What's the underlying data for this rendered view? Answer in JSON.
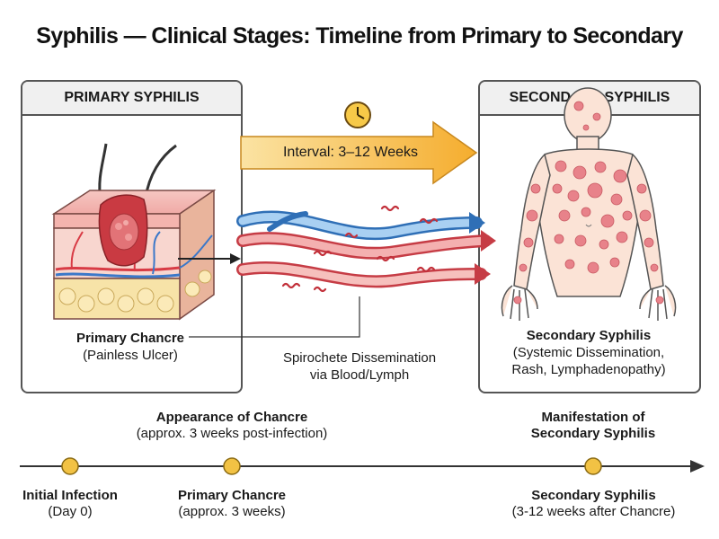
{
  "title": "Syphilis — Clinical Stages: Timeline from Primary to Secondary",
  "primary_panel": {
    "header": "PRIMARY SYPHILIS",
    "label_title": "Primary Chancre",
    "label_sub": "(Painless Ulcer)"
  },
  "secondary_panel": {
    "header": "SECONDARY SYPHILIS",
    "label_title": "Secondary Syphilis",
    "label_sub_1": "(Systemic Dissemination,",
    "label_sub_2": "Rash, Lymphadenopathy)"
  },
  "interval": {
    "label": "Interval: 3–12 Weeks",
    "icon": "clock-icon"
  },
  "dissemination": {
    "line1": "Spirochete Dissemination",
    "line2": "via Blood/Lymph"
  },
  "timeline": {
    "above": [
      {
        "title": "Appearance of Chancre",
        "sub": "(approx. 3 weeks post-infection)"
      },
      {
        "title": "Manifestation of",
        "sub": "Secondary Syphilis"
      }
    ],
    "below": [
      {
        "title": "Initial Infection",
        "sub": "(Day 0)"
      },
      {
        "title": "Primary Chancre",
        "sub": "(approx. 3 weeks)"
      },
      {
        "title": "Secondary Syphilis",
        "sub": "(3-12 weeks after Chancre)"
      }
    ]
  },
  "colors": {
    "arrow_orange": "#f5b43c",
    "blood_red": "#e0505a",
    "lymph_blue": "#4a8fd6",
    "rash": "#e87f85",
    "marker": "#f2c244"
  }
}
